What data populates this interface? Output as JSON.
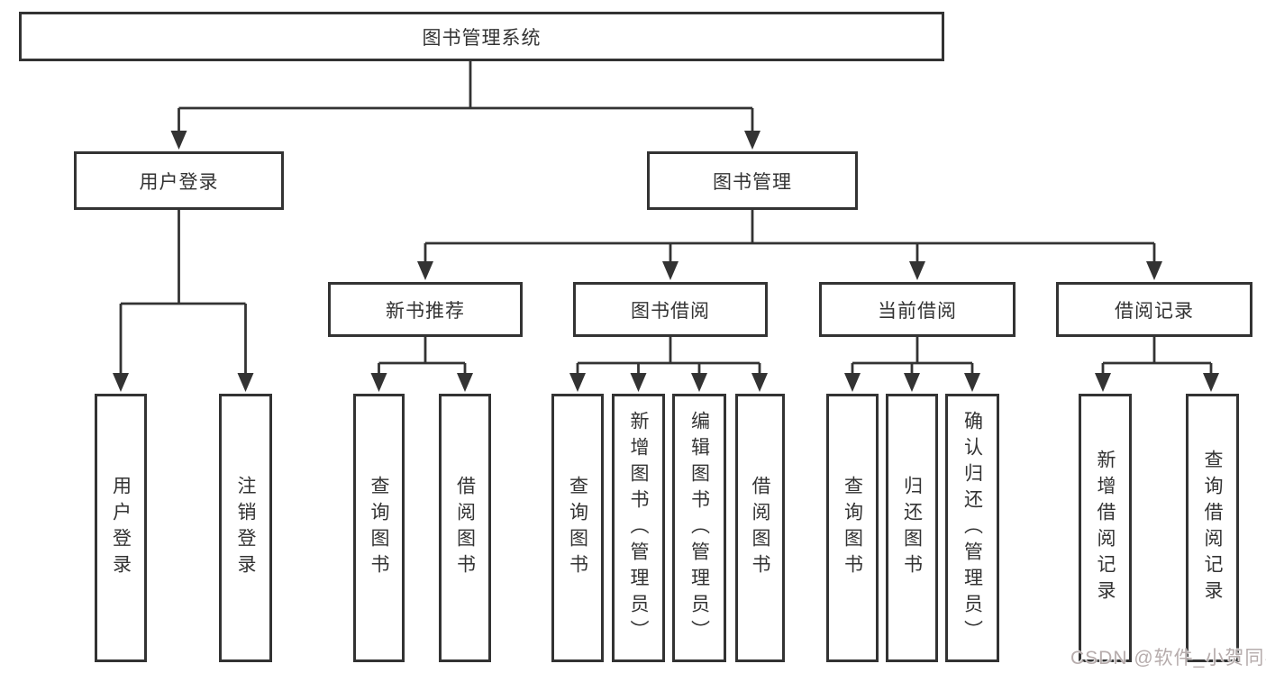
{
  "tree": {
    "root": {
      "label": "图书管理系统",
      "children": [
        {
          "label": "用户登录",
          "children": [
            {
              "label": "用户登录"
            },
            {
              "label": "注销登录"
            }
          ]
        },
        {
          "label": "图书管理",
          "children": [
            {
              "label": "新书推荐",
              "children": [
                {
                  "label": "查询图书"
                },
                {
                  "label": "借阅图书"
                }
              ]
            },
            {
              "label": "图书借阅",
              "children": [
                {
                  "label": "查询图书"
                },
                {
                  "label": "新增图书（管理员）"
                },
                {
                  "label": "编辑图书（管理员）"
                },
                {
                  "label": "借阅图书"
                }
              ]
            },
            {
              "label": "当前借阅",
              "children": [
                {
                  "label": "查询图书"
                },
                {
                  "label": "归还图书"
                },
                {
                  "label": "确认归还（管理员）"
                }
              ]
            },
            {
              "label": "借阅记录",
              "children": [
                {
                  "label": "新增借阅记录"
                },
                {
                  "label": "查询借阅记录"
                }
              ]
            }
          ]
        }
      ]
    }
  },
  "watermark": {
    "text": "CSDN @软件_小贺同学"
  },
  "colors": {
    "line": "#333333",
    "box_border": "#333333",
    "text": "#333333",
    "watermark": "#b6acac",
    "background": "#ffffff"
  }
}
